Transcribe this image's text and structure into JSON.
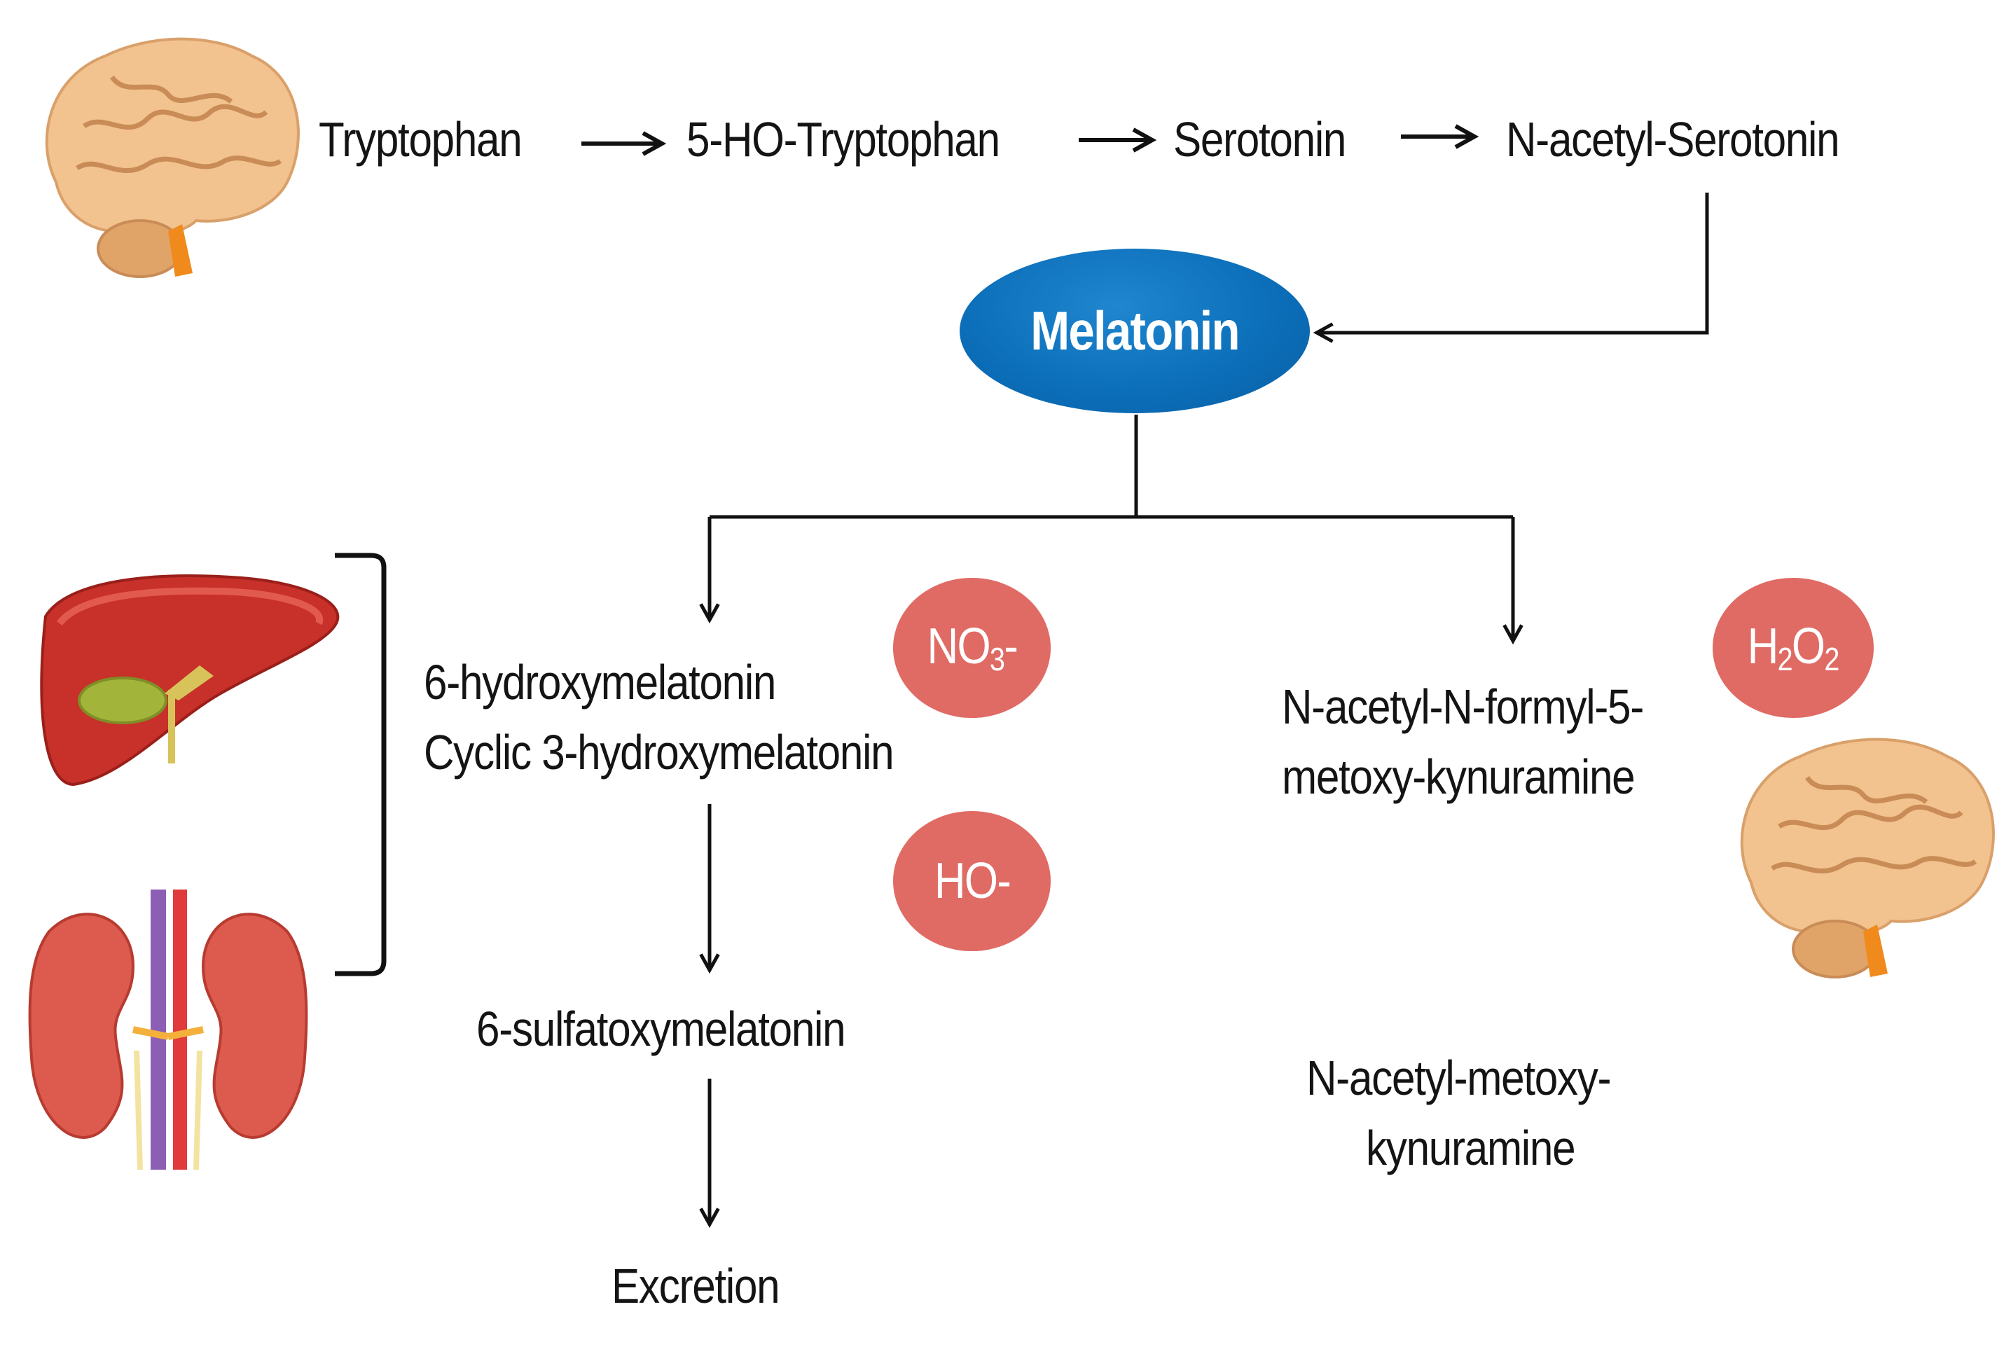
{
  "pathway": {
    "tryptophan": "Tryptophan",
    "hydroxy_tryptophan": "5-HO-Tryptophan",
    "serotonin": "Serotonin",
    "n_acetyl_serotonin": "N-acetyl-Serotonin",
    "melatonin": "Melatonin"
  },
  "left_branch": {
    "hydroxymelatonin": "6-hydroxymelatonin",
    "cyclic": "Cyclic 3-hydroxymelatonin",
    "sulfatoxy": "6-sulfatoxymelatonin",
    "excretion": "Excretion"
  },
  "right_branch": {
    "afmk_line1": "N-acetyl-N-formyl-5-",
    "afmk_line2": "metoxy-kynuramine",
    "amk_line1": "N-acetyl-metoxy-",
    "amk_line2": "kynuramine"
  },
  "radicals": {
    "nitrate_base": "NO",
    "nitrate_sub": "3",
    "nitrate_suffix": "-",
    "hydroxyl": "HO-",
    "peroxide_h": "H",
    "peroxide_sub1": "2",
    "peroxide_o": "O",
    "peroxide_sub2": "2"
  },
  "icons": [
    "brain-icon",
    "liver-icon",
    "kidneys-icon"
  ],
  "colors": {
    "melatonin_fill": "#0b6db8",
    "radical_fill": "#e06a64",
    "organ_red": "#c8302a",
    "brain_tan": "#f2c28f"
  }
}
